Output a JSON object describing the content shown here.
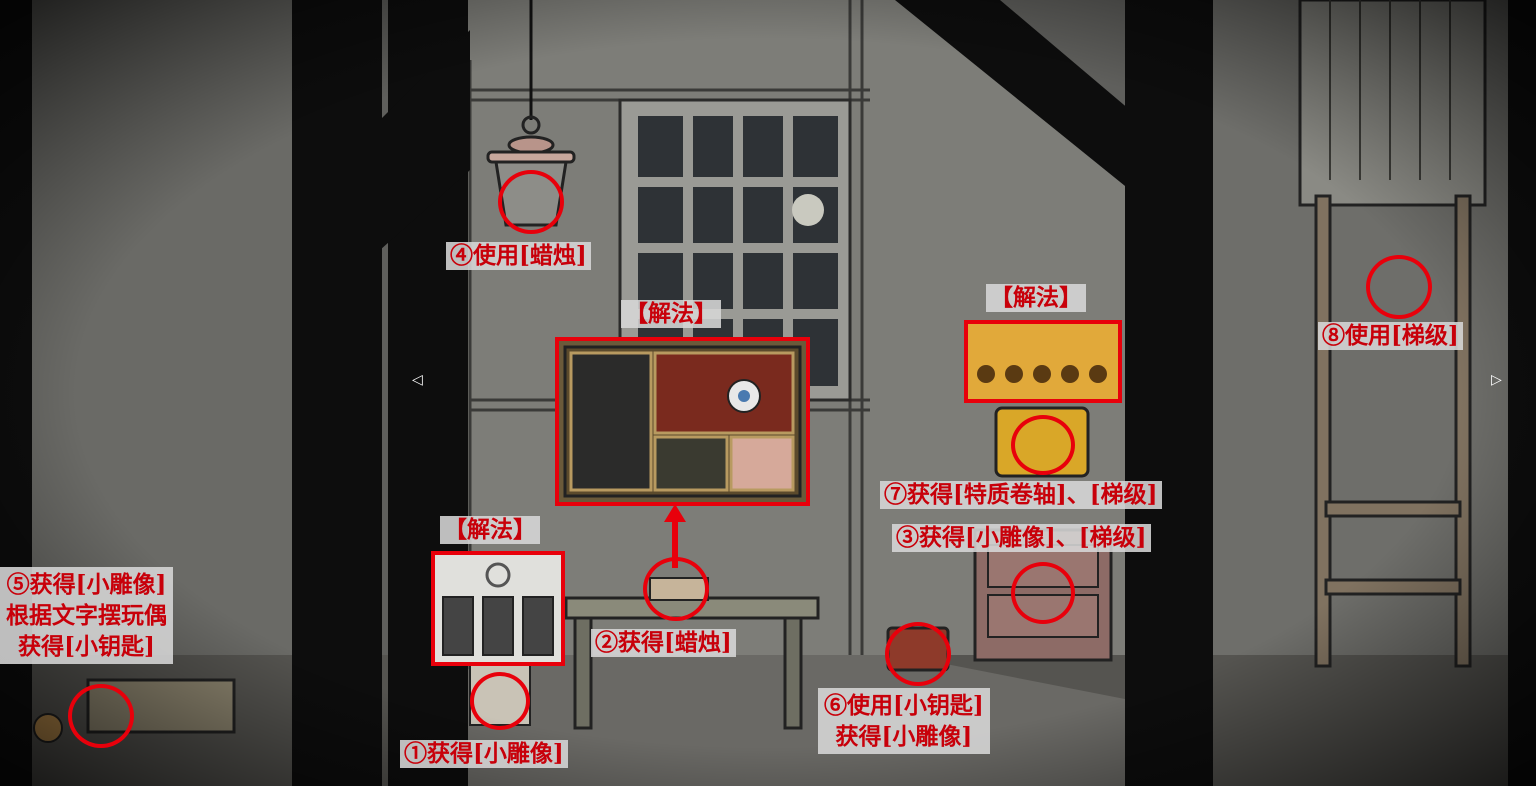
{
  "scene": {
    "colors": {
      "wall": "#6b6b68",
      "wall_light": "#858580",
      "beam": "#0d0d0d",
      "floor": "#5a5955",
      "annotation_red": "#e8000b",
      "label_bg": "#d7d7d7",
      "parchment": "#e1a93a"
    }
  },
  "nav": {
    "left_arrow": "◁",
    "right_arrow": "▷"
  },
  "steps": {
    "step1": "①获得[小雕像]",
    "step2": "②获得[蜡烛]",
    "step3": "③获得[小雕像]、[梯级]",
    "step4": "④使用[蜡烛]",
    "step5": "⑤获得[小雕像]\n根据文字摆玩偶\n获得[小钥匙]",
    "step6": "⑥使用[小钥匙]\n获得[小雕像]",
    "step7": "⑦获得[特质卷轴]、[梯级]",
    "step8": "⑧使用[梯级]"
  },
  "solutions": {
    "box_puzzle": "【解法】",
    "statue_puzzle": "【解法】",
    "chest_puzzle": "【解法】"
  }
}
